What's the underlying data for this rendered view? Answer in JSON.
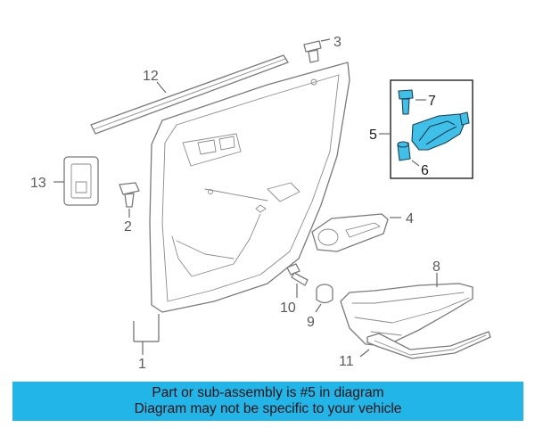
{
  "callouts": {
    "c1": "1",
    "c2": "2",
    "c3": "3",
    "c4": "4",
    "c5": "5",
    "c6": "6",
    "c7": "7",
    "c8": "8",
    "c9": "9",
    "c10": "10",
    "c11": "11",
    "c12": "12",
    "c13": "13"
  },
  "banner": {
    "line1": "Part or sub-assembly is #5 in diagram",
    "line2": "Diagram may not be specific to your vehicle"
  },
  "colors": {
    "banner_bg": "#22b5e8",
    "highlight_part": "#3fc0e8",
    "line_art": "#7a7a7a"
  }
}
